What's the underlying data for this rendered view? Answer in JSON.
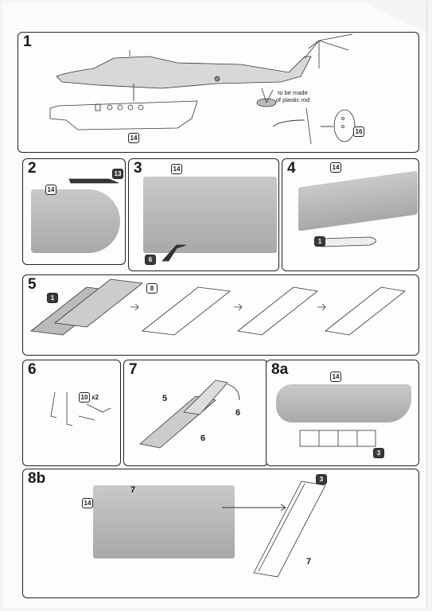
{
  "steps": {
    "s1": {
      "num": "1",
      "tag_a": "14",
      "tag_b": "16",
      "note_line1": "to be made",
      "note_line2": "of plastic rod"
    },
    "s2": {
      "num": "2",
      "tag_a": "14",
      "tag_b": "13"
    },
    "s3": {
      "num": "3",
      "tag_a": "14",
      "tag_b": "6"
    },
    "s4": {
      "num": "4",
      "tag_a": "14",
      "tag_b": "1"
    },
    "s5": {
      "num": "5",
      "tag_a": "1",
      "tag_b": "8"
    },
    "s6": {
      "num": "6",
      "tag_a": "10",
      "qty": "x2"
    },
    "s7": {
      "num": "7",
      "callout_a": "5",
      "callout_b": "6",
      "callout_c": "6"
    },
    "s8a": {
      "num": "8a",
      "tag_a": "14",
      "tag_b": "3"
    },
    "s8b": {
      "num": "8b",
      "tag_a": "14",
      "tag_b": "3",
      "callout_a": "7",
      "callout_b": "7"
    }
  }
}
